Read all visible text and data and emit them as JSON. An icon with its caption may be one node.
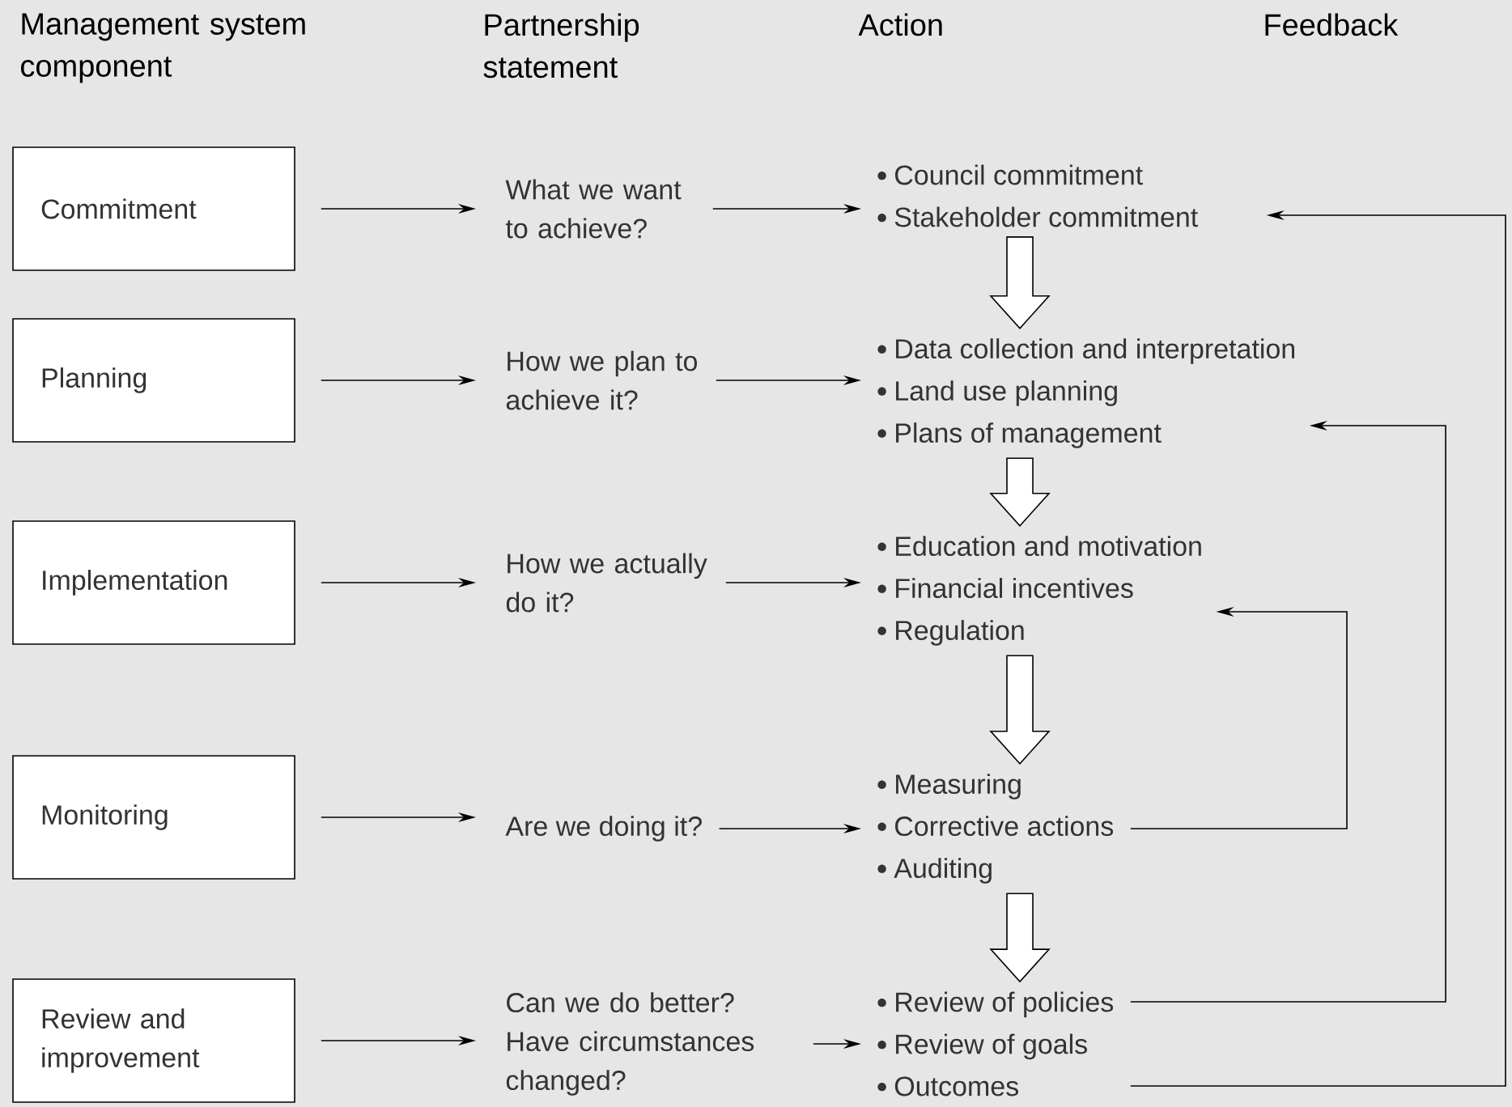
{
  "diagram": {
    "nodes": [
      {
        "text": [
          "Commitment"
        ]
      },
      {
        "text": [
          "Planning"
        ]
      },
      {
        "text": [
          "Implementation"
        ]
      },
      {
        "text": [
          "Monitoring"
        ]
      },
      {
        "text": [
          "Review and improvement"
        ]
      },
      {
        "text": [
          "What we want to achieve?"
        ]
      },
      {
        "text": [
          "How we plan to achieve it?"
        ]
      },
      {
        "text": [
          "How we actually do it?"
        ]
      },
      {
        "text": [
          "Are we doing it?"
        ]
      },
      {
        "text": [
          "Can we do better? Have circumstances changed?"
        ]
      },
      {
        "text": [
          "Council commitment",
          "Stakeholder commitment"
        ]
      },
      {
        "text": [
          "Data collection and interpretation",
          "Land use planning",
          "Plans of management"
        ]
      },
      {
        "text": [
          "Education and motivation",
          "Financial incentives",
          "Regulation"
        ]
      },
      {
        "text": [
          "Measuring",
          "Corrective actions",
          "Auditing"
        ]
      },
      {
        "text": [
          "Review of policies",
          "Review of goals",
          "Outcomes"
        ]
      }
    ],
    "edges": [
      {
        "from": 0,
        "to": 5,
        "arrow": "to"
      },
      {
        "from": 5,
        "to": 10,
        "arrow": "to"
      },
      {
        "from": 1,
        "to": 6,
        "arrow": "to"
      },
      {
        "from": 6,
        "to": 11,
        "arrow": "to"
      },
      {
        "from": 2,
        "to": 7,
        "arrow": "to"
      },
      {
        "from": 7,
        "to": 12,
        "arrow": "to"
      },
      {
        "from": 3,
        "to": 8,
        "arrow": "to"
      },
      {
        "from": 8,
        "to": 13,
        "arrow": "to"
      },
      {
        "from": 4,
        "to": 9,
        "arrow": "to"
      },
      {
        "from": 9,
        "to": 14,
        "arrow": "to"
      },
      {
        "from": 10,
        "to": 11,
        "arrow": "to",
        "style": "thick"
      },
      {
        "from": 11,
        "to": 12,
        "arrow": "to",
        "style": "thick"
      },
      {
        "from": 12,
        "to": 13,
        "arrow": "to",
        "style": "thick"
      },
      {
        "from": 13,
        "to": 14,
        "arrow": "to",
        "style": "thick"
      },
      {
        "from": 14,
        "to": 11,
        "arrow": "to"
      },
      {
        "from": 13,
        "to": 12,
        "arrow": "to"
      },
      {
        "from": 14,
        "to": 10,
        "arrow": "to"
      }
    ],
    "labels": [
      "Management system component",
      "Partnership statement",
      "Action",
      "Feedback"
    ]
  }
}
